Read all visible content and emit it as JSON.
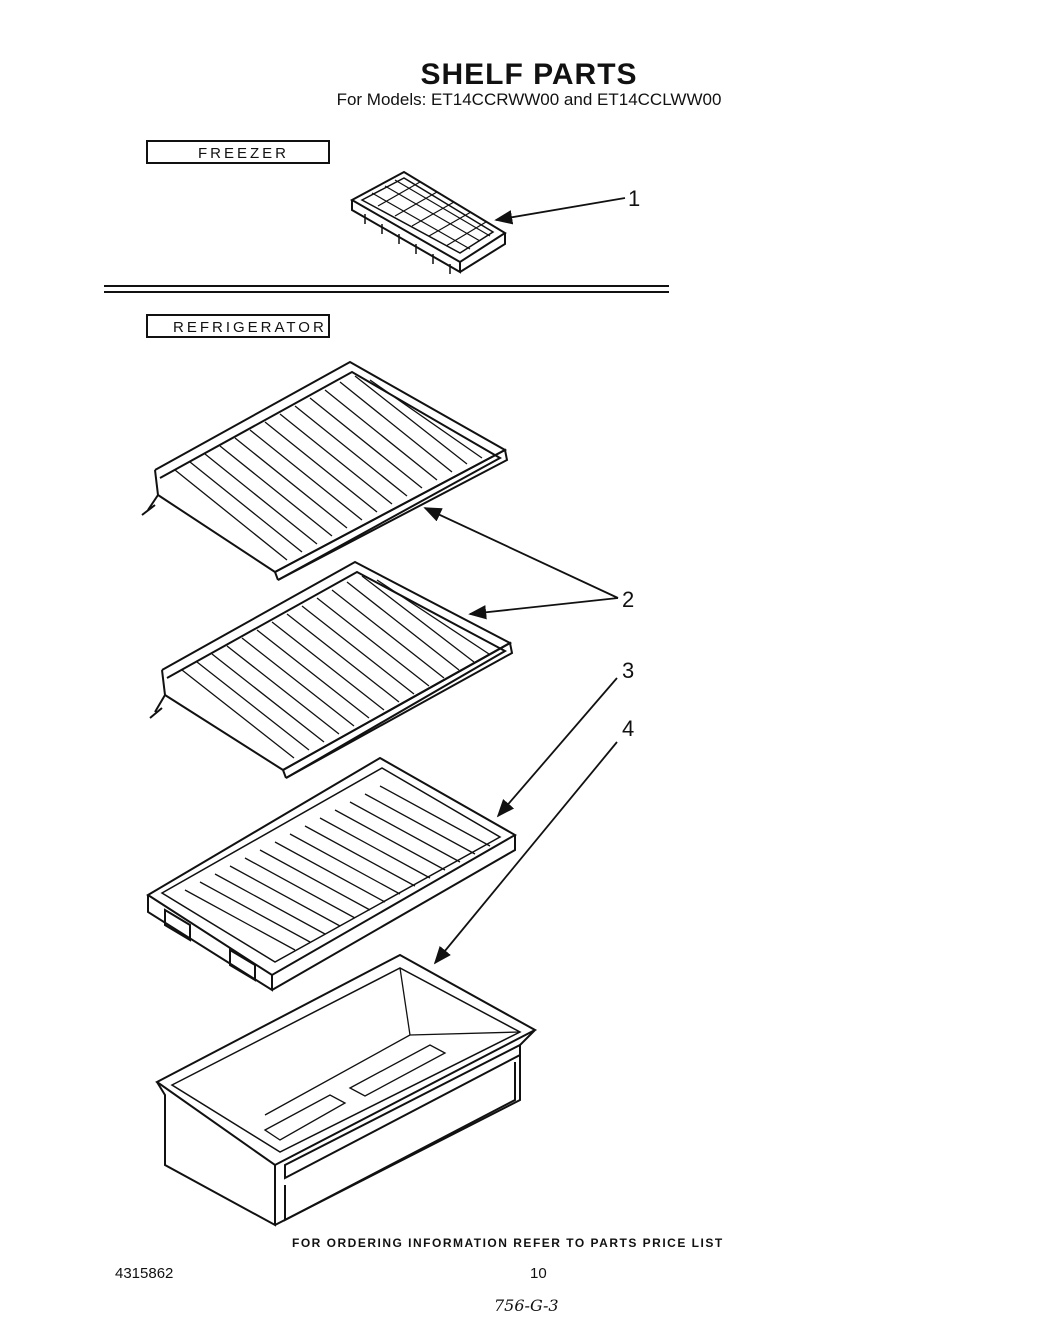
{
  "header": {
    "title": "SHELF PARTS",
    "subtitle": "For Models: ET14CCRWW00 and ET14CCLWW00"
  },
  "sections": {
    "freezer_label": "FREEZER",
    "refrigerator_label": "REFRIGERATOR"
  },
  "callouts": {
    "c1": "1",
    "c2": "2",
    "c3": "3",
    "c4": "4"
  },
  "footer": {
    "note": "FOR ORDERING INFORMATION REFER TO PARTS PRICE LIST",
    "part_number": "4315862",
    "page_number": "10",
    "handwritten": "756-G-3"
  }
}
